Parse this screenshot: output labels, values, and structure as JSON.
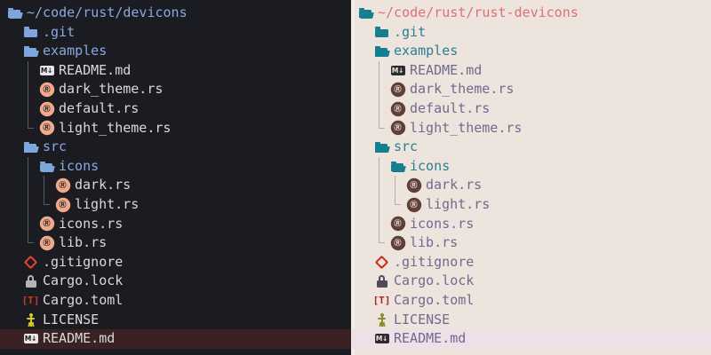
{
  "panels": [
    {
      "theme": "dark",
      "name": "dark-theme-preview",
      "colors": {
        "background": "#1b1c21",
        "directory": "#89a9e0",
        "file": "#d9d9d9",
        "root": "#89a9e0",
        "selection": "#3a2222",
        "guide": "#585c64",
        "rust_icon": "#f0a98a",
        "git_icon": "#e8412c",
        "lock_icon": "#b4b4b4",
        "toml_icon": "#cc3a2a",
        "license_icon": "#d3cb2c"
      },
      "rows": [
        {
          "label": "~/code/rust/devicons",
          "icon": "folder-open-icon",
          "kind": "root",
          "depth": 0,
          "selected": false,
          "guides": [],
          "elbow": null
        },
        {
          "label": ".git",
          "icon": "folder-icon",
          "kind": "dir",
          "depth": 1,
          "selected": false,
          "guides": [],
          "elbow": null
        },
        {
          "label": "examples",
          "icon": "folder-open-icon",
          "kind": "dir",
          "depth": 1,
          "selected": false,
          "guides": [],
          "elbow": null
        },
        {
          "label": "README.md",
          "icon": "markdown-icon",
          "kind": "file",
          "depth": 2,
          "selected": false,
          "guides": [
            1
          ],
          "elbow": null
        },
        {
          "label": "dark_theme.rs",
          "icon": "rust-icon",
          "kind": "file",
          "depth": 2,
          "selected": false,
          "guides": [
            1
          ],
          "elbow": null
        },
        {
          "label": "default.rs",
          "icon": "rust-icon",
          "kind": "file",
          "depth": 2,
          "selected": false,
          "guides": [
            1
          ],
          "elbow": null
        },
        {
          "label": "light_theme.rs",
          "icon": "rust-icon",
          "kind": "file",
          "depth": 2,
          "selected": false,
          "guides": [],
          "elbow": 1
        },
        {
          "label": "src",
          "icon": "folder-open-icon",
          "kind": "dir",
          "depth": 1,
          "selected": false,
          "guides": [],
          "elbow": null
        },
        {
          "label": "icons",
          "icon": "folder-open-icon",
          "kind": "dir",
          "depth": 2,
          "selected": false,
          "guides": [
            1
          ],
          "elbow": null
        },
        {
          "label": "dark.rs",
          "icon": "rust-icon",
          "kind": "file",
          "depth": 3,
          "selected": false,
          "guides": [
            1,
            2
          ],
          "elbow": null
        },
        {
          "label": "light.rs",
          "icon": "rust-icon",
          "kind": "file",
          "depth": 3,
          "selected": false,
          "guides": [
            1
          ],
          "elbow": 2
        },
        {
          "label": "icons.rs",
          "icon": "rust-icon",
          "kind": "file",
          "depth": 2,
          "selected": false,
          "guides": [
            1
          ],
          "elbow": null
        },
        {
          "label": "lib.rs",
          "icon": "rust-icon",
          "kind": "file",
          "depth": 2,
          "selected": false,
          "guides": [],
          "elbow": 1
        },
        {
          "label": ".gitignore",
          "icon": "git-icon",
          "kind": "file",
          "depth": 1,
          "selected": false,
          "guides": [],
          "elbow": null
        },
        {
          "label": "Cargo.lock",
          "icon": "lock-icon",
          "kind": "file",
          "depth": 1,
          "selected": false,
          "guides": [],
          "elbow": null
        },
        {
          "label": "Cargo.toml",
          "icon": "toml-icon",
          "kind": "file",
          "depth": 1,
          "selected": false,
          "guides": [],
          "elbow": null
        },
        {
          "label": "LICENSE",
          "icon": "license-icon",
          "kind": "file",
          "depth": 1,
          "selected": false,
          "guides": [],
          "elbow": null
        },
        {
          "label": "README.md",
          "icon": "markdown-icon",
          "kind": "file",
          "depth": 1,
          "selected": true,
          "guides": [],
          "elbow": null
        }
      ]
    },
    {
      "theme": "light",
      "name": "light-theme-preview",
      "colors": {
        "background": "#ede4de",
        "directory": "#2b7f91",
        "file": "#6e6b8e",
        "root": "#de6e77",
        "selection": "#efe0e8",
        "guide": "#b8aaa6",
        "rust_icon": "#5f4038",
        "git_icon": "#cf2a1c",
        "lock_icon": "#4f4c55",
        "toml_icon": "#a8271c",
        "license_icon": "#8d8a2a"
      },
      "rows": [
        {
          "label": "~/code/rust/rust-devicons",
          "icon": "folder-open-icon",
          "kind": "root",
          "depth": 0,
          "selected": false,
          "guides": [],
          "elbow": null
        },
        {
          "label": ".git",
          "icon": "folder-icon",
          "kind": "dir",
          "depth": 1,
          "selected": false,
          "guides": [],
          "elbow": null
        },
        {
          "label": "examples",
          "icon": "folder-open-icon",
          "kind": "dir",
          "depth": 1,
          "selected": false,
          "guides": [],
          "elbow": null
        },
        {
          "label": "README.md",
          "icon": "markdown-icon",
          "kind": "file",
          "depth": 2,
          "selected": false,
          "guides": [
            1
          ],
          "elbow": null
        },
        {
          "label": "dark_theme.rs",
          "icon": "rust-icon",
          "kind": "file",
          "depth": 2,
          "selected": false,
          "guides": [
            1
          ],
          "elbow": null
        },
        {
          "label": "default.rs",
          "icon": "rust-icon",
          "kind": "file",
          "depth": 2,
          "selected": false,
          "guides": [
            1
          ],
          "elbow": null
        },
        {
          "label": "light_theme.rs",
          "icon": "rust-icon",
          "kind": "file",
          "depth": 2,
          "selected": false,
          "guides": [],
          "elbow": 1
        },
        {
          "label": "src",
          "icon": "folder-open-icon",
          "kind": "dir",
          "depth": 1,
          "selected": false,
          "guides": [],
          "elbow": null
        },
        {
          "label": "icons",
          "icon": "folder-open-icon",
          "kind": "dir",
          "depth": 2,
          "selected": false,
          "guides": [
            1
          ],
          "elbow": null
        },
        {
          "label": "dark.rs",
          "icon": "rust-icon",
          "kind": "file",
          "depth": 3,
          "selected": false,
          "guides": [
            1,
            2
          ],
          "elbow": null
        },
        {
          "label": "light.rs",
          "icon": "rust-icon",
          "kind": "file",
          "depth": 3,
          "selected": false,
          "guides": [
            1
          ],
          "elbow": 2
        },
        {
          "label": "icons.rs",
          "icon": "rust-icon",
          "kind": "file",
          "depth": 2,
          "selected": false,
          "guides": [
            1
          ],
          "elbow": null
        },
        {
          "label": "lib.rs",
          "icon": "rust-icon",
          "kind": "file",
          "depth": 2,
          "selected": false,
          "guides": [],
          "elbow": 1
        },
        {
          "label": ".gitignore",
          "icon": "git-icon",
          "kind": "file",
          "depth": 1,
          "selected": false,
          "guides": [],
          "elbow": null
        },
        {
          "label": "Cargo.lock",
          "icon": "lock-icon",
          "kind": "file",
          "depth": 1,
          "selected": false,
          "guides": [],
          "elbow": null
        },
        {
          "label": "Cargo.toml",
          "icon": "toml-icon",
          "kind": "file",
          "depth": 1,
          "selected": false,
          "guides": [],
          "elbow": null
        },
        {
          "label": "LICENSE",
          "icon": "license-icon",
          "kind": "file",
          "depth": 1,
          "selected": false,
          "guides": [],
          "elbow": null
        },
        {
          "label": "README.md",
          "icon": "markdown-icon",
          "kind": "file",
          "depth": 1,
          "selected": true,
          "guides": [],
          "elbow": null
        }
      ]
    }
  ],
  "glyphs": {
    "markdown": "M↓",
    "rust": "Ⓡ",
    "toml": "[T]"
  }
}
